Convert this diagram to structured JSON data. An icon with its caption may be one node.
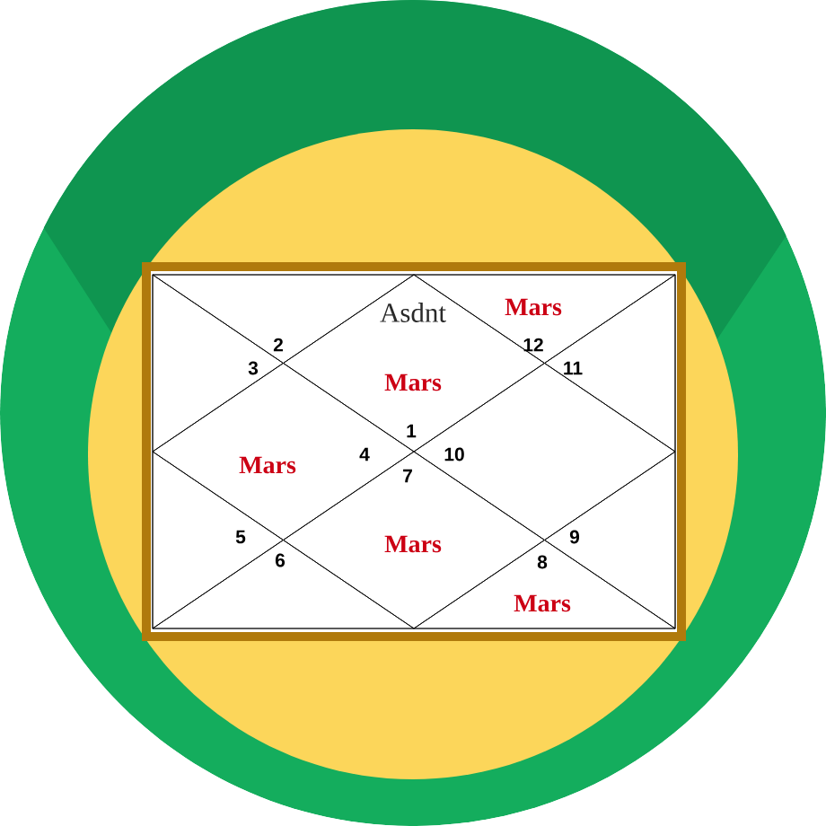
{
  "diagram": {
    "nodes": [
      {
        "text": [
          "Asdnt",
          "Mars",
          "1"
        ]
      },
      {
        "text": [
          "2"
        ]
      },
      {
        "text": [
          "3"
        ]
      },
      {
        "text": [
          "Mars",
          "4"
        ]
      },
      {
        "text": [
          "5"
        ]
      },
      {
        "text": [
          "6"
        ]
      },
      {
        "text": [
          "7",
          "Mars"
        ]
      },
      {
        "text": [
          "8",
          "Mars"
        ]
      },
      {
        "text": [
          "9"
        ]
      },
      {
        "text": [
          "10"
        ]
      },
      {
        "text": [
          "11"
        ]
      },
      {
        "text": [
          "Mars",
          "12"
        ]
      }
    ]
  }
}
